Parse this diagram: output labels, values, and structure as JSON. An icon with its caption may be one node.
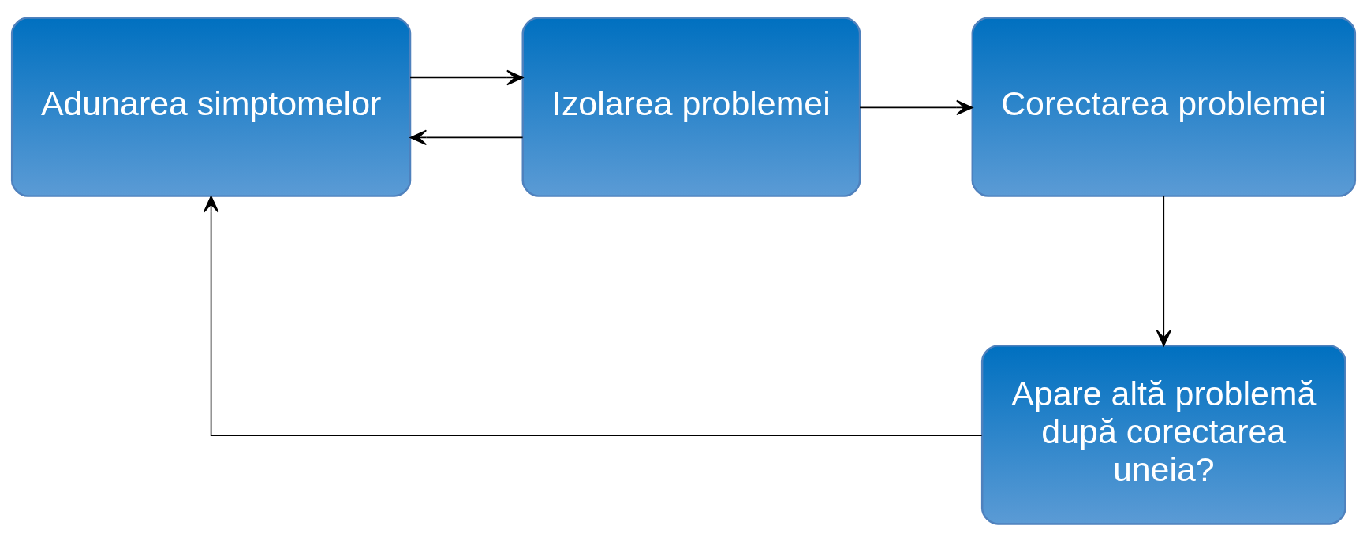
{
  "diagram": {
    "nodes": [
      {
        "text": [
          "Adunarea simptomelor"
        ]
      },
      {
        "text": [
          "Izolarea problemei"
        ]
      },
      {
        "text": [
          "Corectarea problemei"
        ]
      },
      {
        "text": [
          "Apare altă problemă după corectarea uneia?"
        ]
      }
    ],
    "edges": [
      {
        "from": 0,
        "to": 1,
        "arrow": "to"
      },
      {
        "from": 1,
        "to": 0,
        "arrow": "to"
      },
      {
        "from": 1,
        "to": 2,
        "arrow": "to"
      },
      {
        "from": 2,
        "to": 3,
        "arrow": "to"
      },
      {
        "from": 3,
        "to": 0,
        "arrow": "to"
      }
    ]
  }
}
